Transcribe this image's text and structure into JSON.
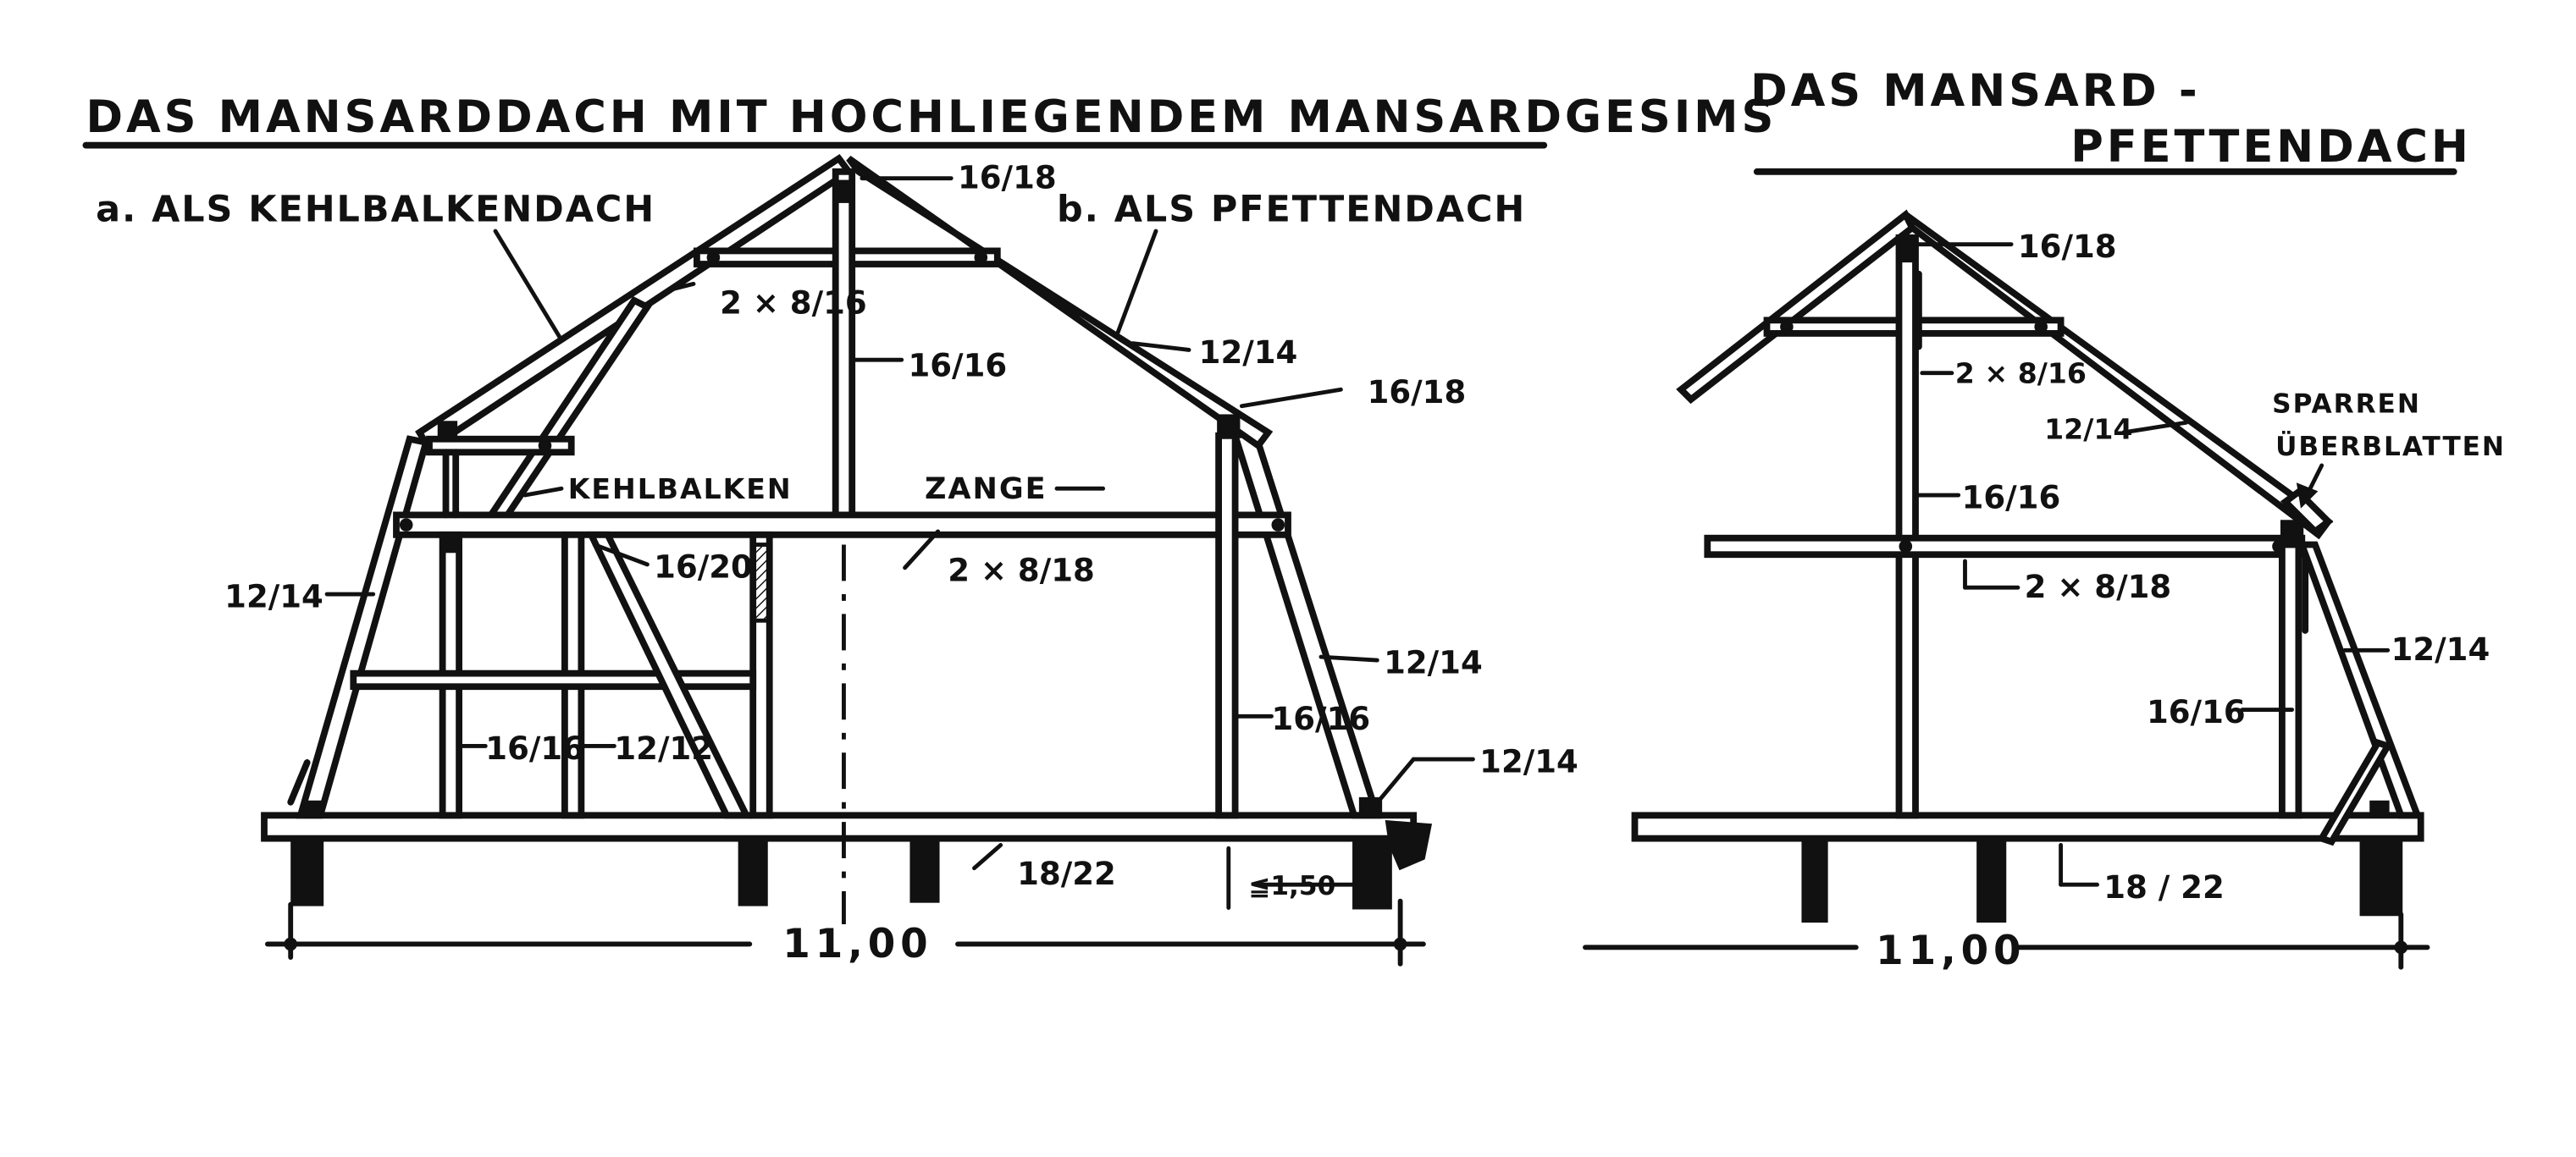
{
  "left": {
    "title": "DAS MANSARDDACH MIT HOCHLIEGENDEM MANSARDGESIMS",
    "variant_a": "a. ALS KEHLBALKENDACH",
    "variant_b": "b. ALS PFETTENDACH",
    "labels": {
      "ridge_purlin": "16/18",
      "collar_tie_upper": "2 × 8/16",
      "king_post": "16/16",
      "rafter_upper_right": "12/14",
      "purlin_right": "16/18",
      "collar_beam": "KEHLBALKEN",
      "tongs_beam": "ZANGE",
      "brace": "16/20",
      "tongs_size": "2 × 8/18",
      "rafter_lower_left": "12/14",
      "rafter_lower_right": "12/14",
      "post_right": "16/16",
      "post_left": "16/16",
      "stud_left": "12/12",
      "foot_rafter": "12/14",
      "floor_beam": "18/22",
      "overhang": "≦1,50",
      "span": "11,00"
    }
  },
  "right": {
    "title_line1": "DAS MANSARD -",
    "title_line2": "PFETTENDACH",
    "labels": {
      "ridge_purlin": "16/18",
      "collar_tie": "2 × 8/16",
      "rafter_upper": "12/14",
      "rafter_joint": "SPARREN",
      "rafter_joint_2": "ÜBERBLATTEN",
      "king_post": "16/16",
      "tongs_size": "2 × 8/18",
      "rafter_lower": "12/14",
      "post_right": "16/16",
      "floor_beam": "18 / 22",
      "span": "11,00"
    }
  }
}
